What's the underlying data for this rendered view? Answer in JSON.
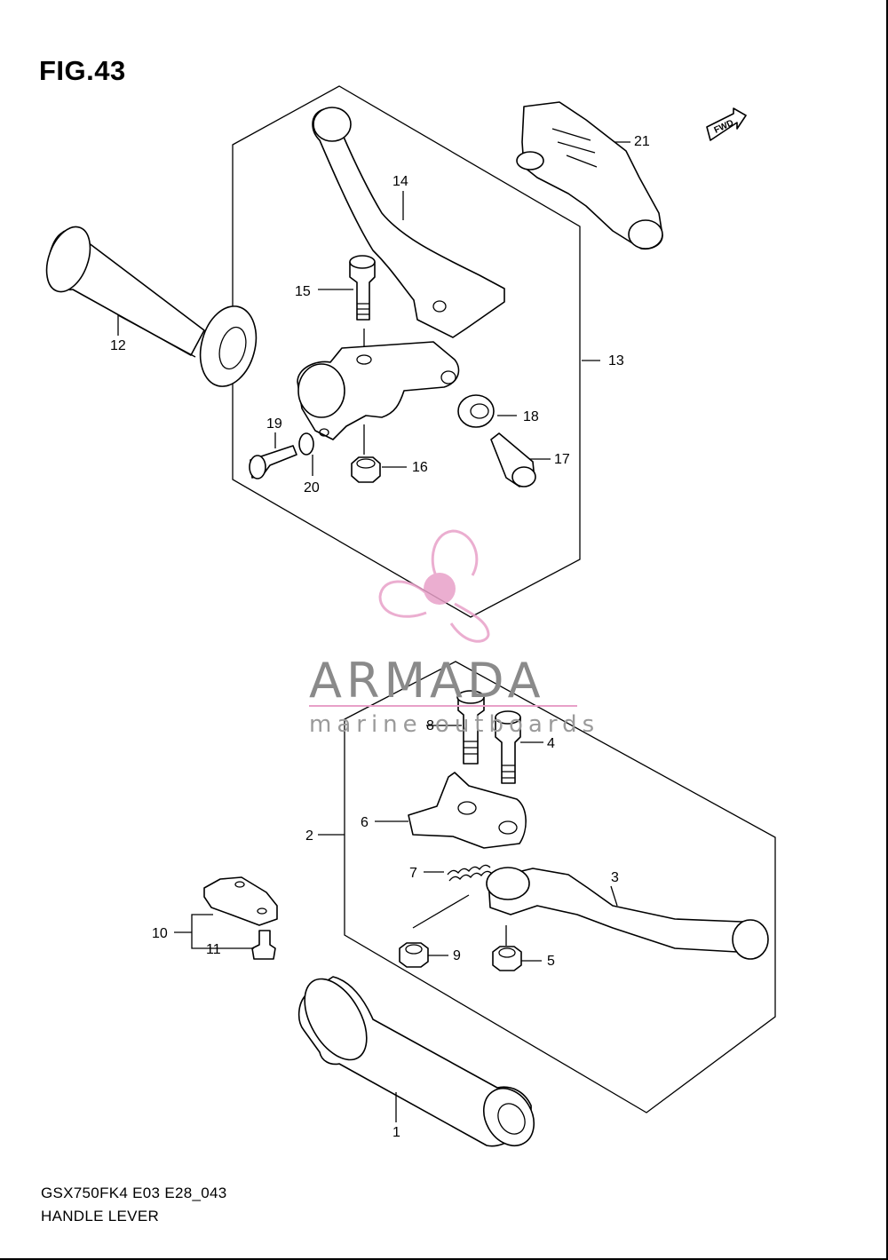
{
  "figure": {
    "title": "FIG.43",
    "model_code": "GSX750FK4 E03 E28_043",
    "section_name": "HANDLE LEVER"
  },
  "direction_marker": {
    "label": "FWD",
    "icon": "fwd-arrow-icon"
  },
  "watermark": {
    "brand": "ARMADA",
    "tagline": "marine outboards",
    "icon": "propeller-logo-icon",
    "color": "#e8a0c8"
  },
  "callouts": {
    "c1": "1",
    "c2": "2",
    "c3": "3",
    "c4": "4",
    "c5": "5",
    "c6": "6",
    "c7": "7",
    "c8": "8",
    "c9": "9",
    "c10": "10",
    "c11": "11",
    "c12": "12",
    "c13": "13",
    "c14": "14",
    "c15": "15",
    "c16": "16",
    "c17": "17",
    "c18": "18",
    "c19": "19",
    "c20": "20",
    "c21": "21"
  }
}
